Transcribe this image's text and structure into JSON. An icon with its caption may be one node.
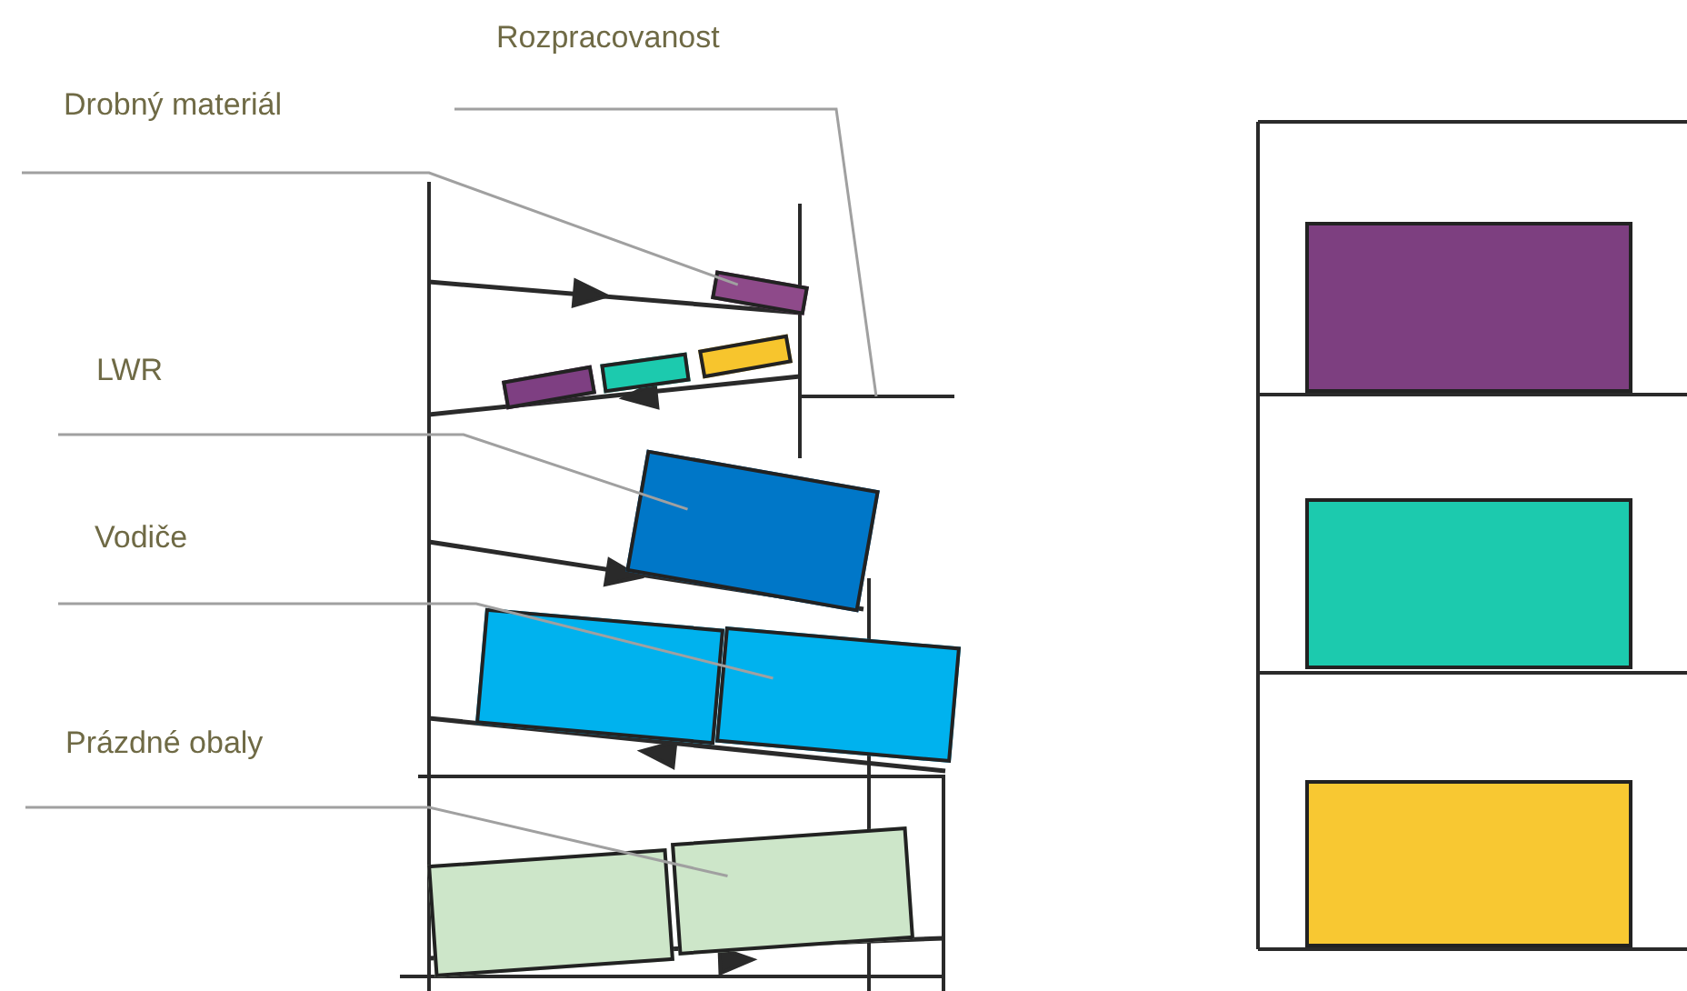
{
  "diagram": {
    "nodes": [
      {
        "text": [
          "Rozpracovanost"
        ]
      },
      {
        "text": [
          "Drobný materiál"
        ]
      },
      {
        "text": [],
        "shape": "box"
      },
      {
        "text": [],
        "shape": "box"
      },
      {
        "text": [],
        "shape": "box"
      },
      {
        "text": [],
        "shape": "box"
      },
      {
        "text": [
          "LWR"
        ]
      },
      {
        "text": [],
        "shape": "box"
      },
      {
        "text": [
          "Vodiče"
        ]
      },
      {
        "text": [],
        "shape": "box"
      },
      {
        "text": [],
        "shape": "box"
      },
      {
        "text": [
          "Prázdné obaly"
        ]
      },
      {
        "text": [],
        "shape": "box"
      },
      {
        "text": [],
        "shape": "box"
      },
      {
        "text": [],
        "shape": "box"
      },
      {
        "text": [],
        "shape": "box"
      },
      {
        "text": [],
        "shape": "box"
      }
    ],
    "edges": [
      {
        "from": 0,
        "to": null,
        "arrow": "none"
      },
      {
        "from": 1,
        "to": 2,
        "arrow": "none"
      },
      {
        "from": 6,
        "to": 7,
        "arrow": "none"
      },
      {
        "from": 8,
        "to": 10,
        "arrow": "none"
      },
      {
        "from": 11,
        "to": 13,
        "arrow": "none"
      }
    ]
  }
}
